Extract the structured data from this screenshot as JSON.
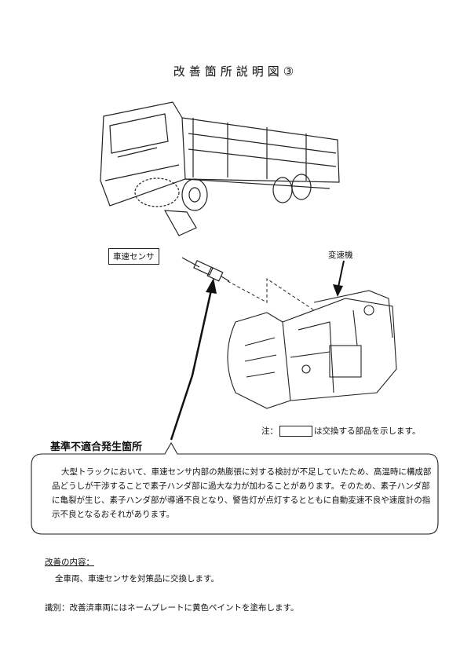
{
  "title": "改善箇所説明図③",
  "labels": {
    "sensor": "車速センサ",
    "transmission": "変速機",
    "defect_location": "基準不適合発生箇所"
  },
  "note": {
    "prefix": "注：",
    "suffix": "は交換する部品を示します。"
  },
  "description": "大型トラックにおいて、車速センサ内部の熱膨張に対する検討が不足していたため、高温時に構成部品どうしが干渉することで素子ハンダ部に過大な力が加わることがあります。そのため、素子ハンダ部に亀裂が生じ、素子ハンダ部が導通不良となり、警告灯が点灯するとともに自動変速不良や速度計の指示不良となるおそれがあります。",
  "improvement": {
    "heading": "改善の内容：",
    "text": "全車両、車速センサを対策品に交換します。"
  },
  "identification": "識別：改善済車両にはネームプレートに黄色ペイントを塗布します。"
}
